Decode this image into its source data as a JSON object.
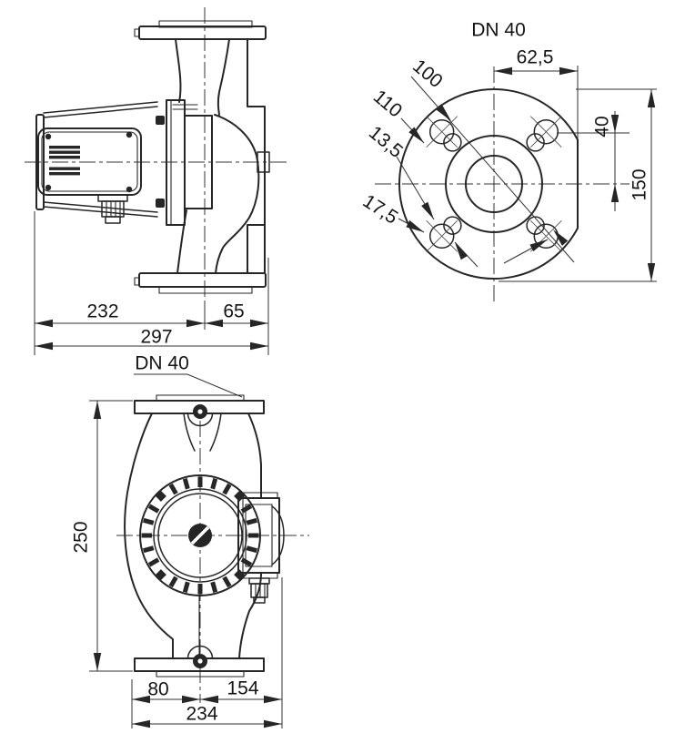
{
  "drawing": {
    "type": "pump-dimensional-drawing",
    "colors": {
      "line": "#262626",
      "background": "#ffffff"
    }
  },
  "side_view": {
    "dim_motor_to_axis": "232",
    "dim_axis_to_flange_face": "65",
    "dim_total_length": "297"
  },
  "flange_view": {
    "title": "DN 40",
    "dim_center_to_edge": "62,5",
    "dim_bolt_circle_1": "100",
    "dim_bolt_circle_2": "110",
    "dim_hole_width_small": "13,5",
    "dim_hole_width_large": "17,5",
    "dim_hole_offset": "40",
    "dim_flange_height": "150"
  },
  "front_view": {
    "port_label": "DN 40",
    "dim_port_to_port_height": "250",
    "dim_axis_to_left": "80",
    "dim_axis_to_box": "154",
    "dim_total_width": "234"
  }
}
